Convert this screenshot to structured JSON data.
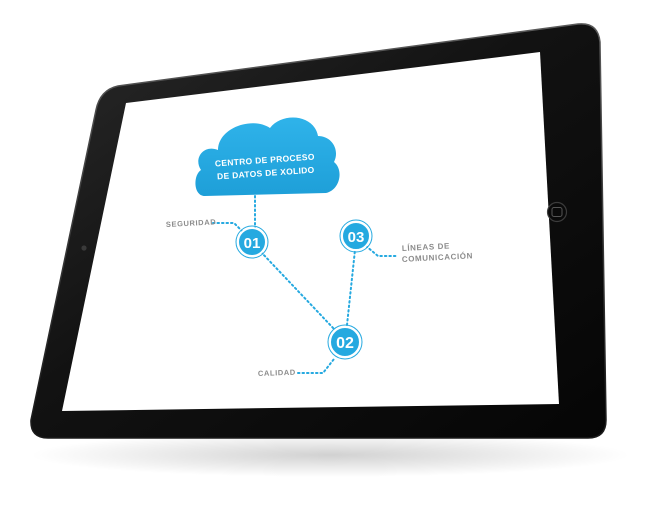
{
  "cloud": {
    "line1": "CENTRO DE PROCESO",
    "line2": "DE DATOS DE XOLIDO"
  },
  "nodes": [
    {
      "id": "01",
      "label": "SEGURIDAD"
    },
    {
      "id": "02",
      "label": "CALIDAD"
    },
    {
      "id": "03",
      "label_line1": "LÍNEAS DE",
      "label_line2": "COMUNICACIÓN"
    }
  ],
  "colors": {
    "accent": "#25A9E0",
    "accent_dark": "#1A8FC4",
    "label_gray": "#8C8C8C",
    "bezel": "#141414",
    "screen": "#FFFFFF"
  },
  "icons": {
    "front_camera": "camera-dot-icon",
    "home_button": "home-button-icon"
  }
}
